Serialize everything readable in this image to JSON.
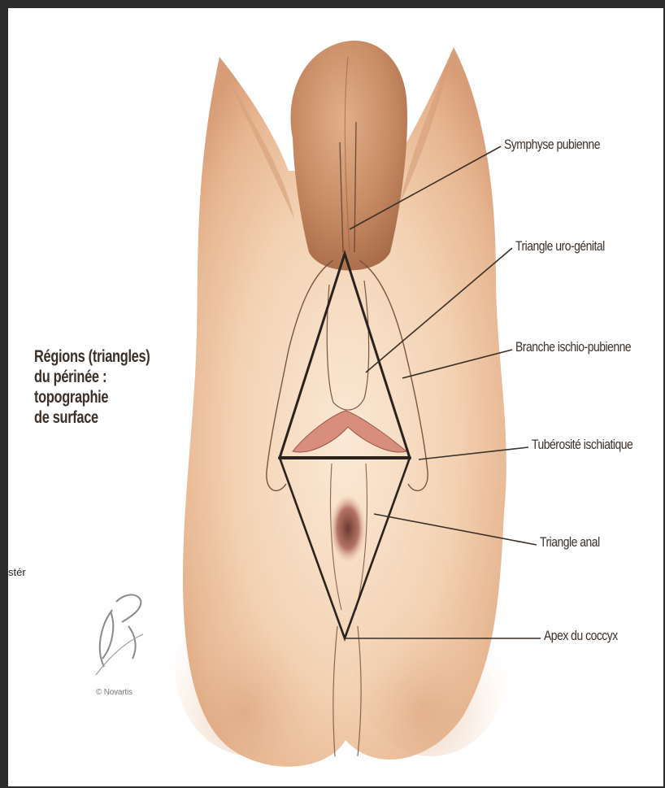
{
  "caption": {
    "lines": [
      "Régions (triangles)",
      "du périnée :",
      "topographie",
      "de surface"
    ]
  },
  "labels": {
    "symphyse": "Symphyse pubienne",
    "triangle_uro": "Triangle uro-génital",
    "branche": "Branche ischio-pubienne",
    "tuberosite": "Tubérosité ischiatique",
    "triangle_anal": "Triangle anal",
    "apex": "Apex du coccyx"
  },
  "side_fragment": "stér",
  "copyright": "© Novartis",
  "colors": {
    "skin_light": "#f6dcc2",
    "skin_mid": "#ecc09a",
    "skin_shadow": "#c98f69",
    "scrotum": "#c98a62",
    "leader_line": "#3a3028",
    "frame": "#2b2b2b"
  }
}
